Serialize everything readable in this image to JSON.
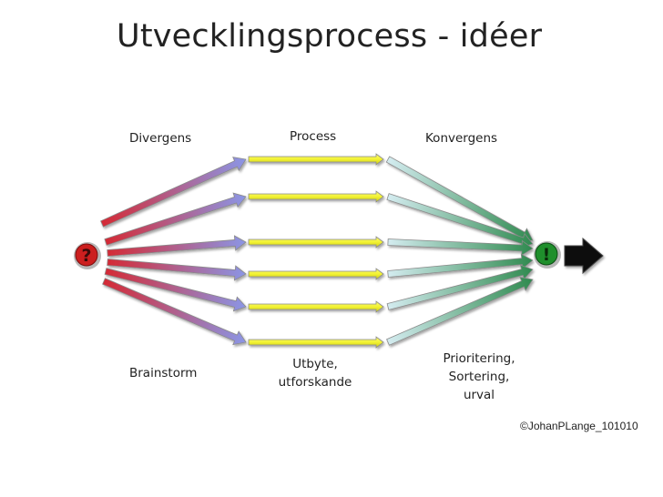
{
  "title": "Utvecklingsprocess - idéer",
  "labels": {
    "divergens": "Divergens",
    "process": "Process",
    "konvergens": "Konvergens",
    "brainstorm": "Brainstorm",
    "utbyte": [
      "Utbyte,",
      "utforskande"
    ],
    "prioritering": [
      "Prioritering,",
      "Sortering,",
      "urval"
    ]
  },
  "nodes": {
    "start_symbol": "?",
    "end_symbol": "!"
  },
  "copyright": "©JohanPLange_101010",
  "colors": {
    "divergent_start": "#d42a35",
    "divergent_end": "#8b96e6",
    "process": "#f2f232",
    "convergent_start": "#d4ecf0",
    "convergent_end": "#2f8a4f",
    "start_node": "#cc1f1f",
    "end_node": "#1f8f2c",
    "output_arrow": "#111111"
  }
}
